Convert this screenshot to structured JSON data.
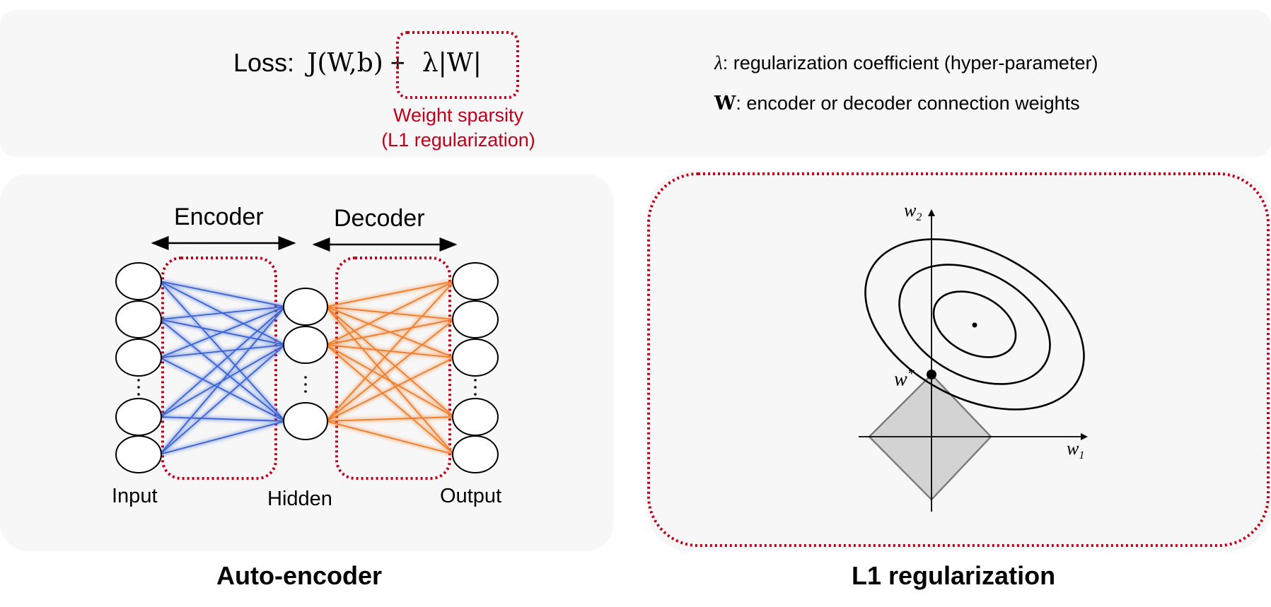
{
  "loss": {
    "label": "Loss:",
    "data_term": "J(W,b)",
    "plus": "+",
    "reg_term": "λ|W|"
  },
  "annotation": {
    "line1": "Weight sparsity",
    "line2": "(L1 regularization)"
  },
  "definitions": {
    "lambda_symbol": "λ",
    "lambda_text": ": regularization coefficient (hyper-parameter)",
    "w_symbol": "W",
    "w_text": ": encoder or decoder connection weights"
  },
  "autoencoder": {
    "encoder_label": "Encoder",
    "decoder_label": "Decoder",
    "input_label": "Input",
    "hidden_label": "Hidden",
    "output_label": "Output",
    "caption": "Auto-encoder",
    "colors": {
      "encoder_edges": "#3a64d6",
      "decoder_edges": "#f07d2a",
      "highlight": "#c0001a"
    }
  },
  "l1_plot": {
    "w1_label": "w",
    "w1_sub": "1",
    "w2_label": "w",
    "w2_sub": "2",
    "optimum_label": "w",
    "optimum_sup": "*",
    "caption": "L1 regularization"
  }
}
